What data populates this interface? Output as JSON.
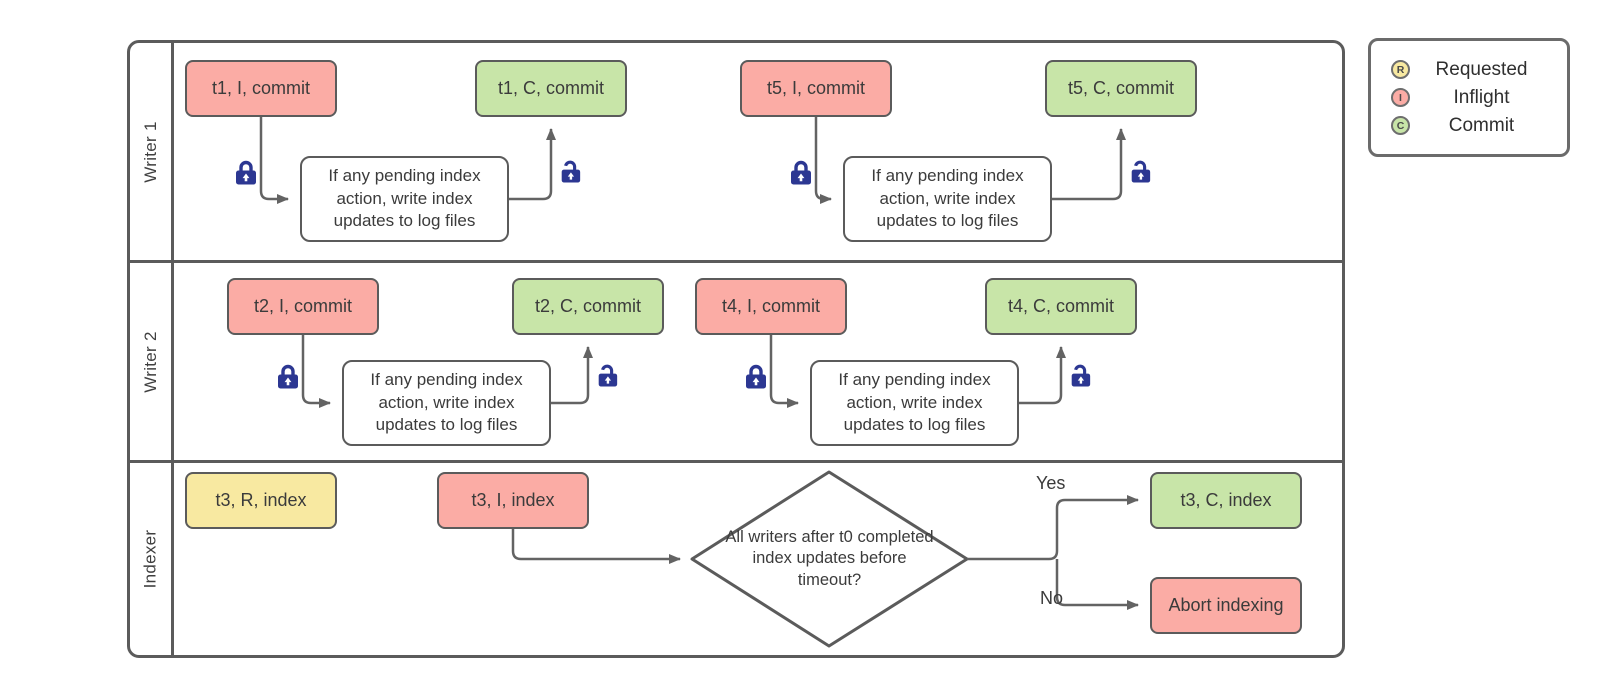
{
  "colors": {
    "requested": "#f8e9a1",
    "inflight": "#fbaca5",
    "commit": "#c8e5a8",
    "stroke": "#5b5b5b",
    "connector": "#636363",
    "lock": "#2c3792",
    "text": "#3b3b3b"
  },
  "legend": {
    "items": [
      {
        "letter": "R",
        "label": "Requested",
        "type": "requested"
      },
      {
        "letter": "I",
        "label": "Inflight",
        "type": "inflight"
      },
      {
        "letter": "C",
        "label": "Commit",
        "type": "commit"
      }
    ]
  },
  "lanes": [
    {
      "label": "Writer 1",
      "nodes": {
        "t1_inflight": "t1, I, commit",
        "process_a": "If any pending index action, write index updates to log files",
        "t1_commit": "t1, C, commit",
        "t5_inflight": "t5, I, commit",
        "process_b": "If any pending index action, write index updates to log files",
        "t5_commit": "t5, C, commit"
      }
    },
    {
      "label": "Writer 2",
      "nodes": {
        "t2_inflight": "t2, I, commit",
        "process_a": "If any pending index action, write index updates to log files",
        "t2_commit": "t2, C, commit",
        "t4_inflight": "t4, I, commit",
        "process_b": "If any pending index action, write index updates to log files",
        "t4_commit": "t4, C, commit"
      }
    },
    {
      "label": "Indexer",
      "nodes": {
        "t3_requested": "t3, R, index",
        "t3_inflight": "t3, I, index",
        "decision": "All writers after t0 completed index updates before timeout?",
        "yes": "Yes",
        "no": "No",
        "t3_commit": "t3, C, index",
        "abort": "Abort indexing"
      }
    }
  ]
}
